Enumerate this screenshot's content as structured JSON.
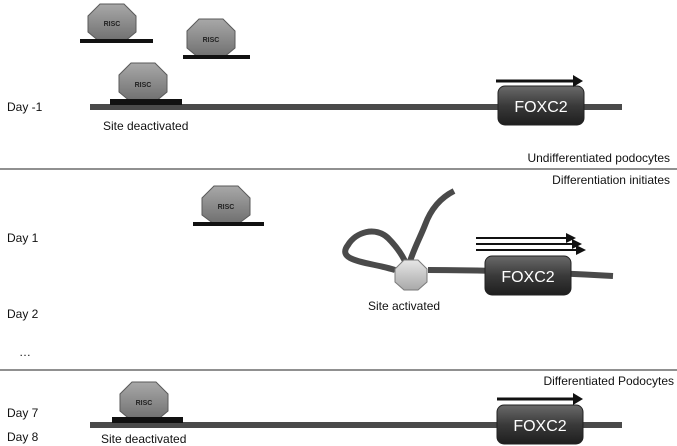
{
  "panels": {
    "top": {
      "day_label": "Day -1",
      "site_label": "Site deactivated",
      "footer_label": "Undifferentiated podocytes"
    },
    "middle": {
      "header_label": "Differentiation initiates",
      "day_labels": [
        "Day 1",
        "Day 2",
        "…"
      ],
      "site_label": "Site activated"
    },
    "bottom": {
      "header_label": "Differentiated Podocytes",
      "day_labels": [
        "Day 7",
        "Day 8"
      ],
      "site_label": "Site deactivated"
    }
  },
  "complex_label": "RISC",
  "gene_label": "FOXC2",
  "colors": {
    "strand": "#4a4a4a",
    "risc_fill": "#8c8c8c",
    "risc_stroke": "#5a5a5a",
    "activated_fill": "#c8c8c8",
    "gene_box": "#3c3c3c",
    "arrow": "#111111",
    "bar": "#111111"
  }
}
